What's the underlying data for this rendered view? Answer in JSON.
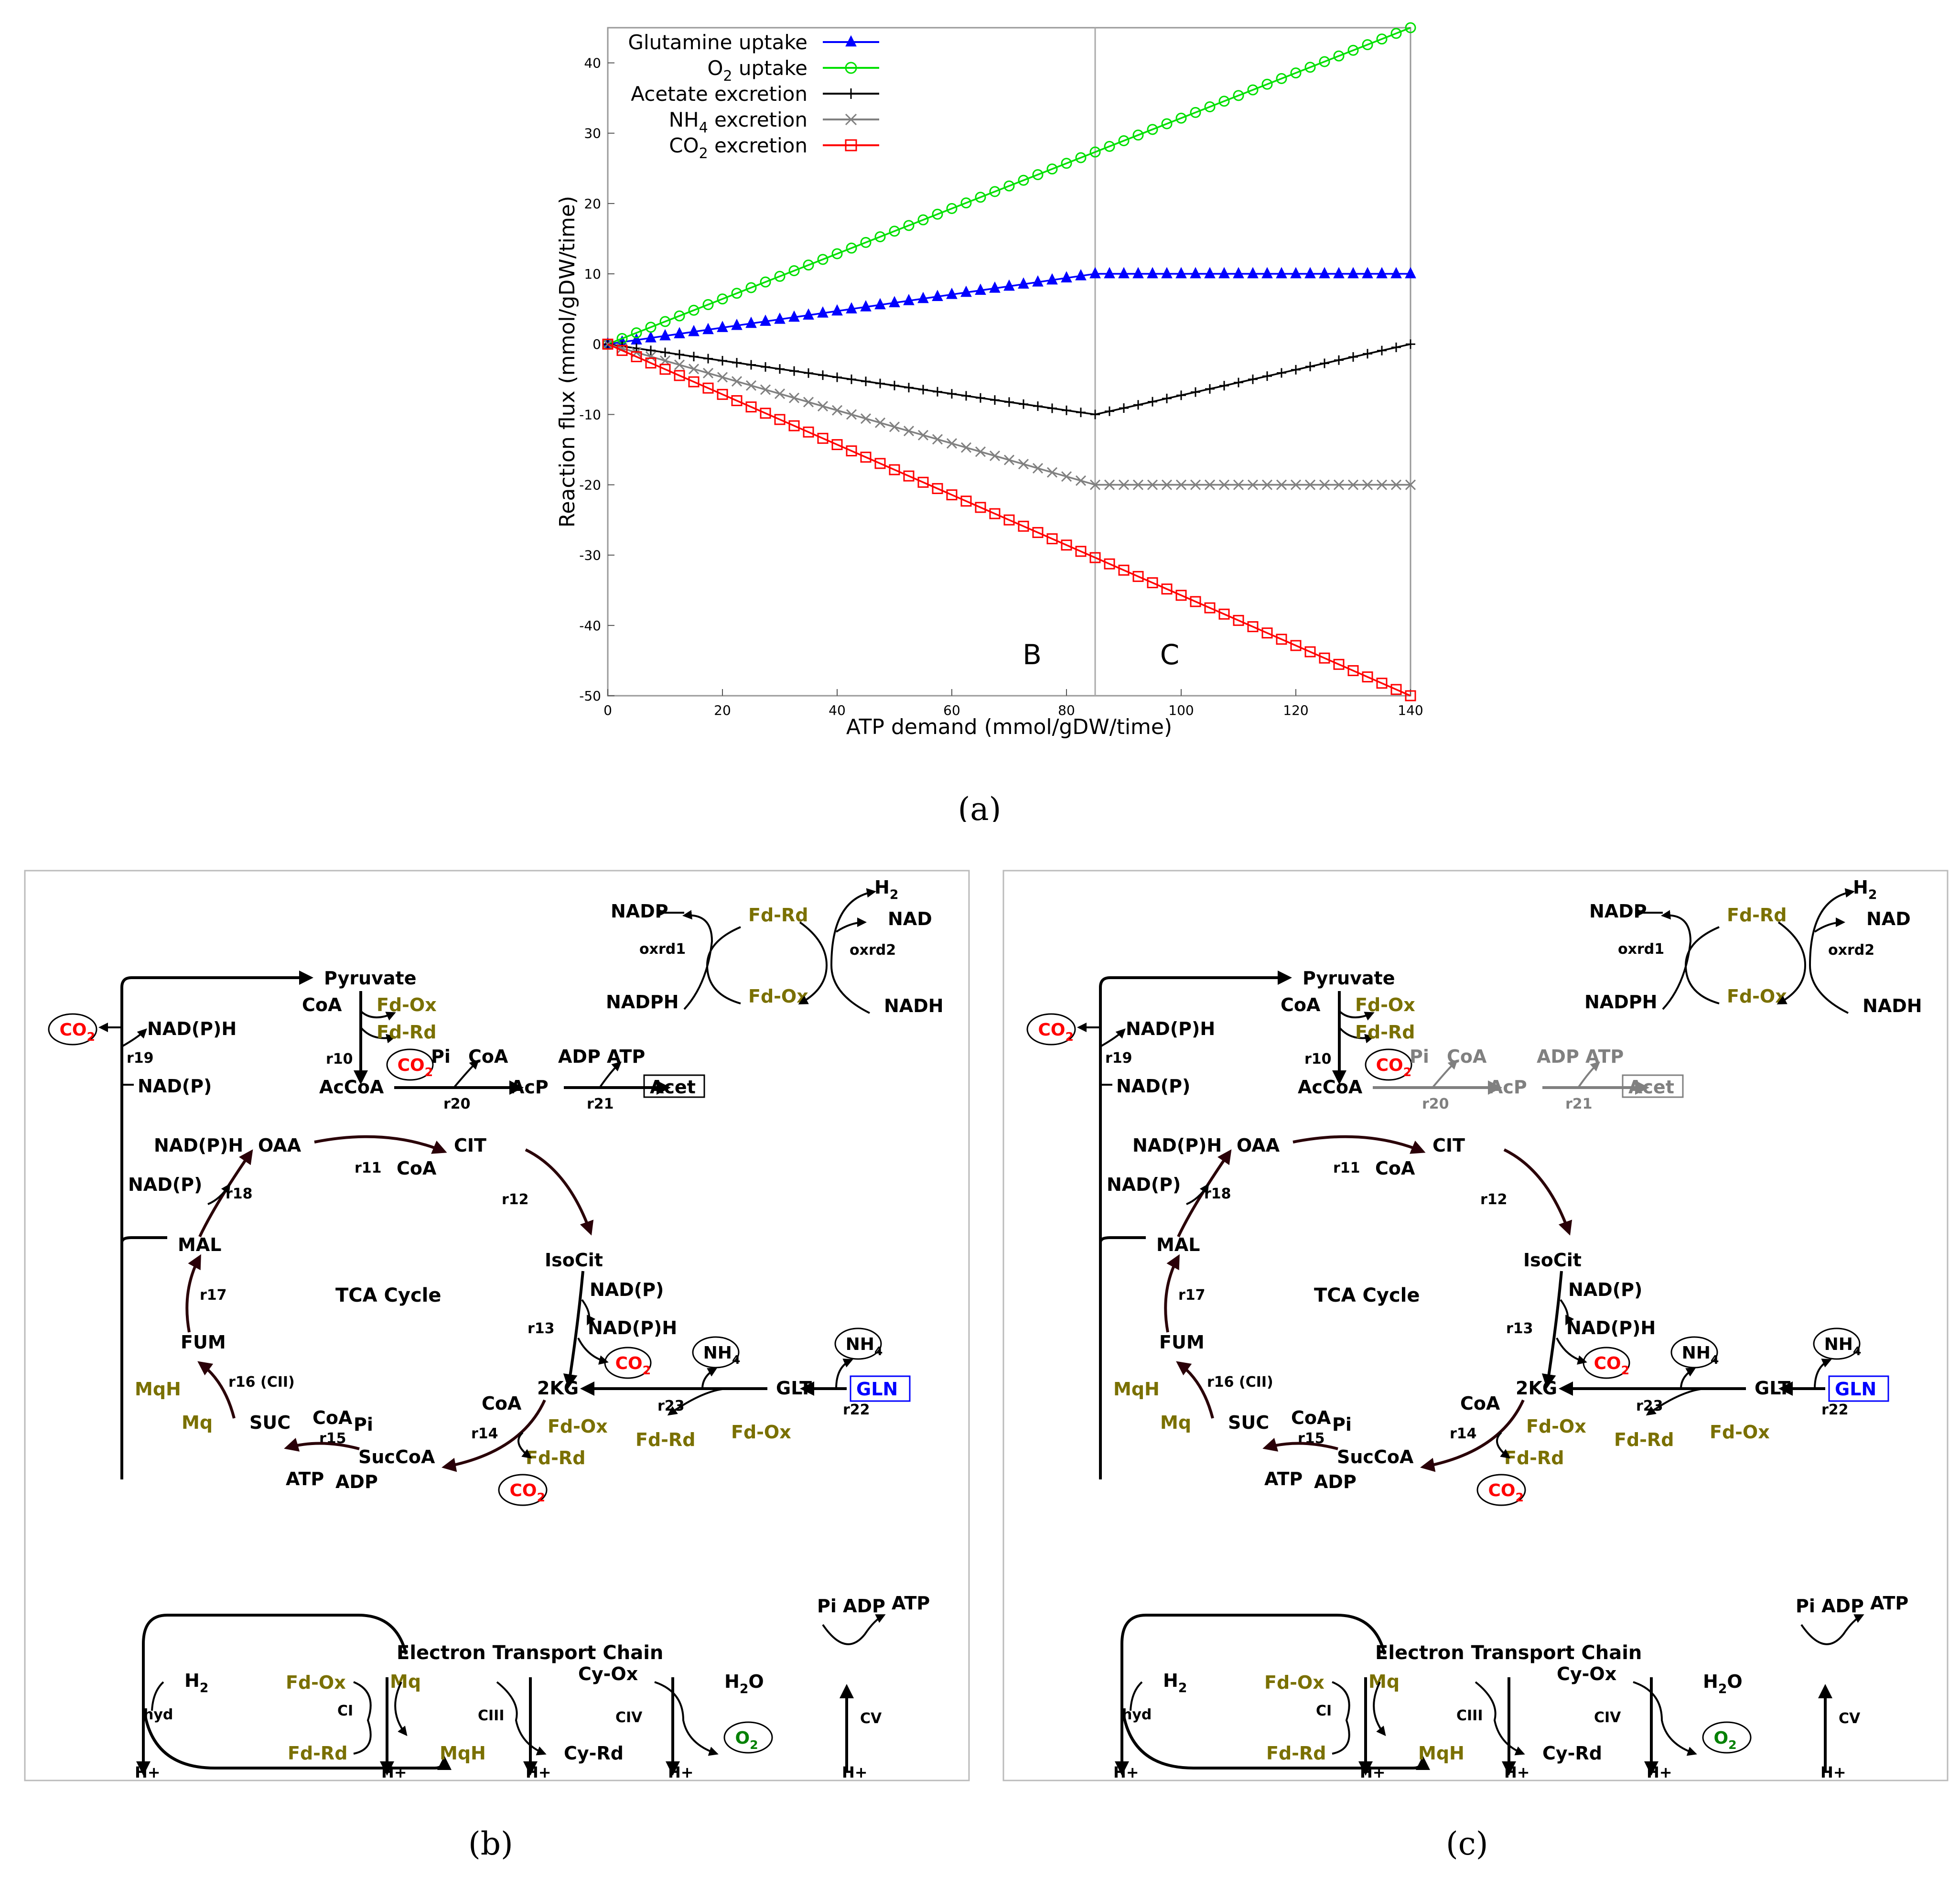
{
  "chart_data": {
    "type": "line",
    "xlabel": "ATP demand (mmol/gDW/time)",
    "ylabel": "Reaction flux (mmol/gDW/time)",
    "xlim": [
      0,
      140
    ],
    "ylim": [
      -50,
      45
    ],
    "xticks": [
      0,
      20,
      40,
      60,
      80,
      100,
      120,
      140
    ],
    "yticks": [
      -50,
      -40,
      -30,
      -20,
      -10,
      0,
      10,
      20,
      30,
      40
    ],
    "grid": false,
    "legend_position": "top-left",
    "breakpoint_x": 85,
    "region_labels": [
      {
        "text": "B",
        "x": 74,
        "y": -45.5
      },
      {
        "text": "C",
        "x": 98,
        "y": -45.5
      }
    ],
    "series": [
      {
        "name": "Glutamine uptake",
        "color": "#0000ff",
        "marker": "triangle",
        "x": [
          0,
          85,
          140
        ],
        "y": [
          0,
          10,
          10
        ]
      },
      {
        "name": "O2 uptake",
        "color": "#00e000",
        "marker": "circle",
        "x": [
          0,
          140
        ],
        "y": [
          0,
          45
        ]
      },
      {
        "name": "Acetate excretion",
        "color": "#000000",
        "marker": "plus",
        "x": [
          0,
          85,
          140
        ],
        "y": [
          0,
          -10,
          0
        ]
      },
      {
        "name": "NH4 excretion",
        "color": "#808080",
        "marker": "x",
        "x": [
          0,
          85,
          140
        ],
        "y": [
          0,
          -20,
          -20
        ]
      },
      {
        "name": "CO2 excretion",
        "color": "#ff0000",
        "marker": "square",
        "x": [
          0,
          140
        ],
        "y": [
          0,
          -50
        ]
      }
    ]
  },
  "panels": {
    "a": "(a)",
    "b": "(b)",
    "c": "(c)"
  },
  "diagram": {
    "cycle_title": "TCA Cycle",
    "etc_title": "Electron Transport Chain",
    "colors": {
      "olive": "#7a7000",
      "red": "#ff0000",
      "blue": "#0000ff",
      "green": "#008000",
      "inactive": "#808080"
    },
    "inactive_in_c": [
      "r20",
      "r21",
      "Pi",
      "CoA",
      "AcP",
      "ADP ATP",
      "Acet"
    ]
  }
}
